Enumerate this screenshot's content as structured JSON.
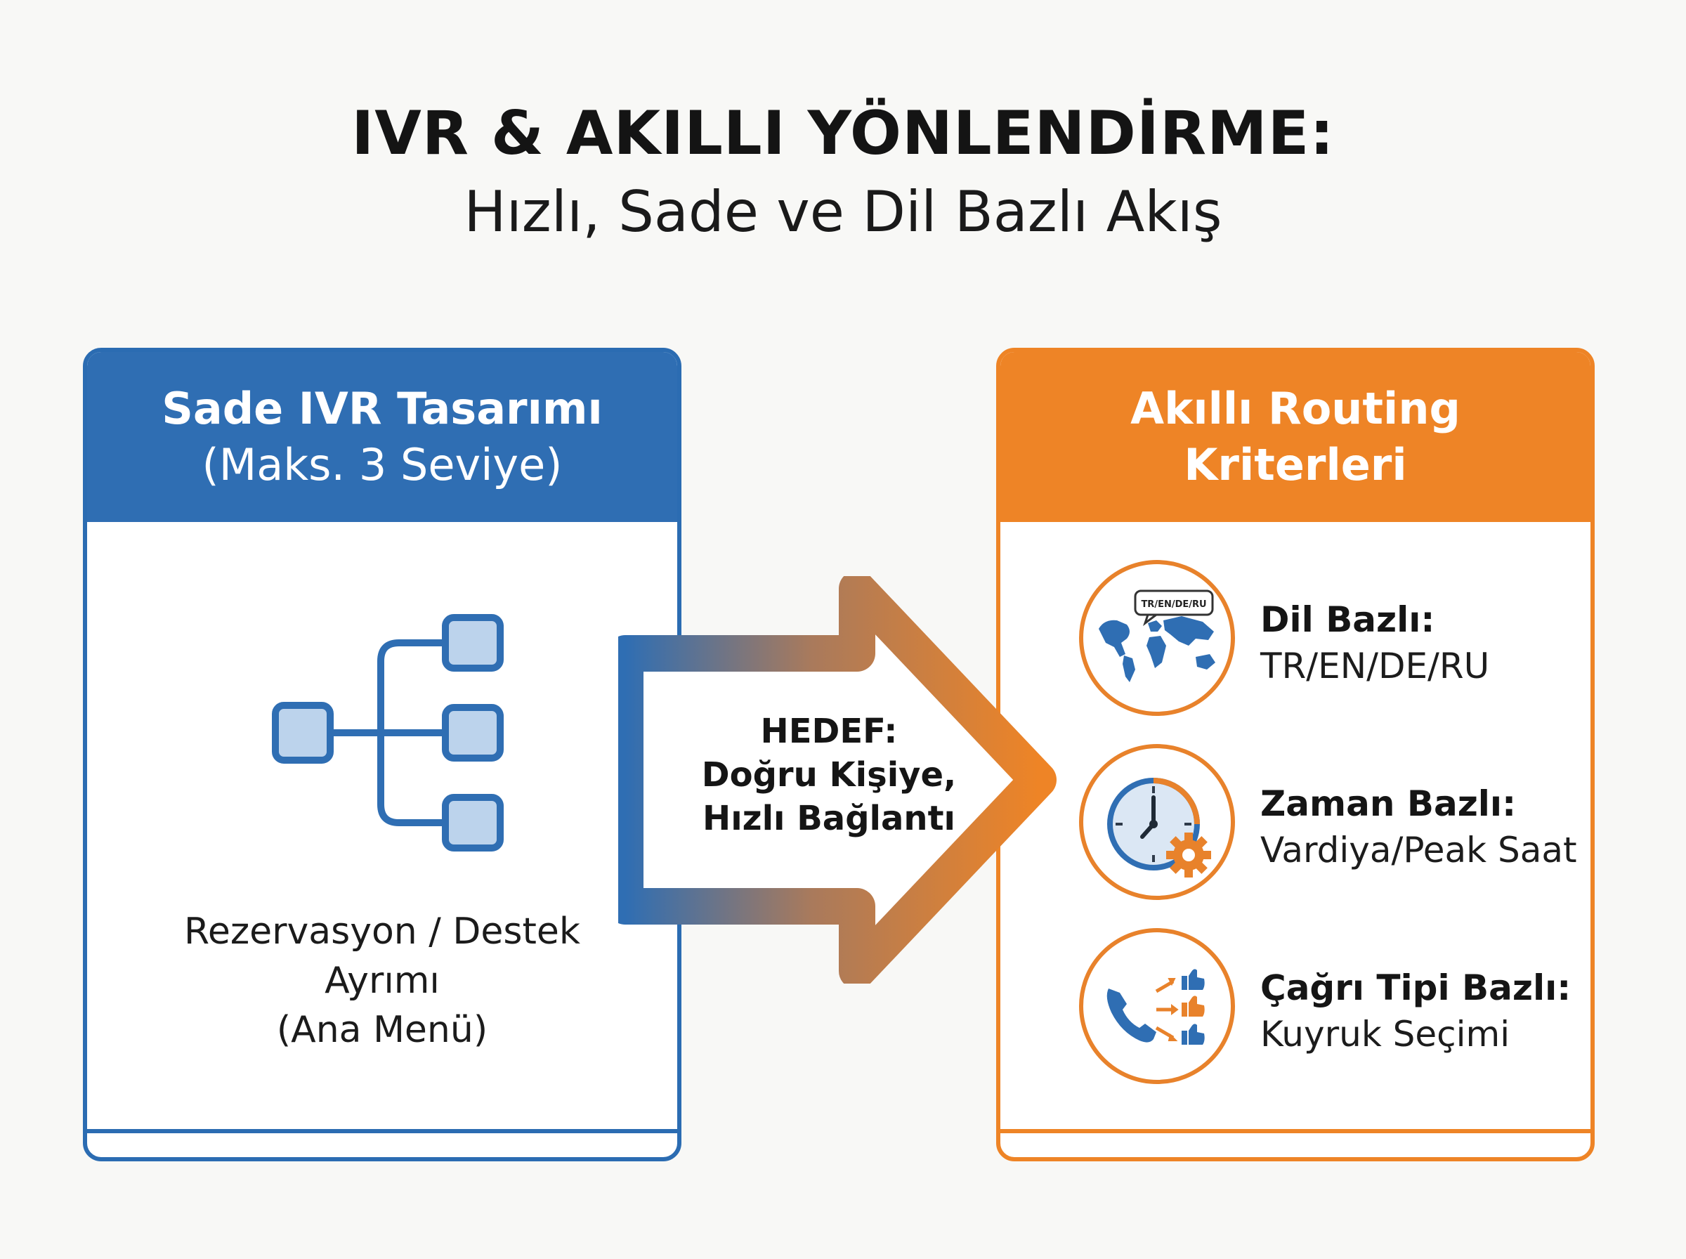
{
  "header": {
    "title": "IVR & AKILLI YÖNLENDİRME:",
    "subtitle": "Hızlı, Sade ve Dil Bazlı Akış"
  },
  "left_panel": {
    "title": "Sade IVR Tasarımı",
    "subtitle": "(Maks. 3 Seviye)",
    "caption_lines": [
      "Rezervasyon / Destek",
      "Ayrımı",
      "(Ana Menü)"
    ],
    "icon": "menu-tree-icon",
    "color": "#2f6eb3"
  },
  "arrow": {
    "lines": [
      "HEDEF:",
      "Doğru Kişiye,",
      "Hızlı Bağlantı"
    ],
    "gradient_from": "#2f6eb3",
    "gradient_to": "#ee8426"
  },
  "right_panel": {
    "title_lines": [
      "Akıllı Routing",
      "Kriterleri"
    ],
    "color": "#ee8426",
    "criteria": [
      {
        "label": "Dil Bazlı:",
        "value": "TR/EN/DE/RU",
        "icon": "world-map-icon",
        "badge": "TR/EN/DE/RU"
      },
      {
        "label": "Zaman Bazlı:",
        "value": "Vardiya/Peak Saat",
        "icon": "clock-gear-icon"
      },
      {
        "label": "Çağrı Tipi Bazlı:",
        "value": "Kuyruk Seçimi",
        "icon": "phone-routing-icon"
      }
    ]
  }
}
